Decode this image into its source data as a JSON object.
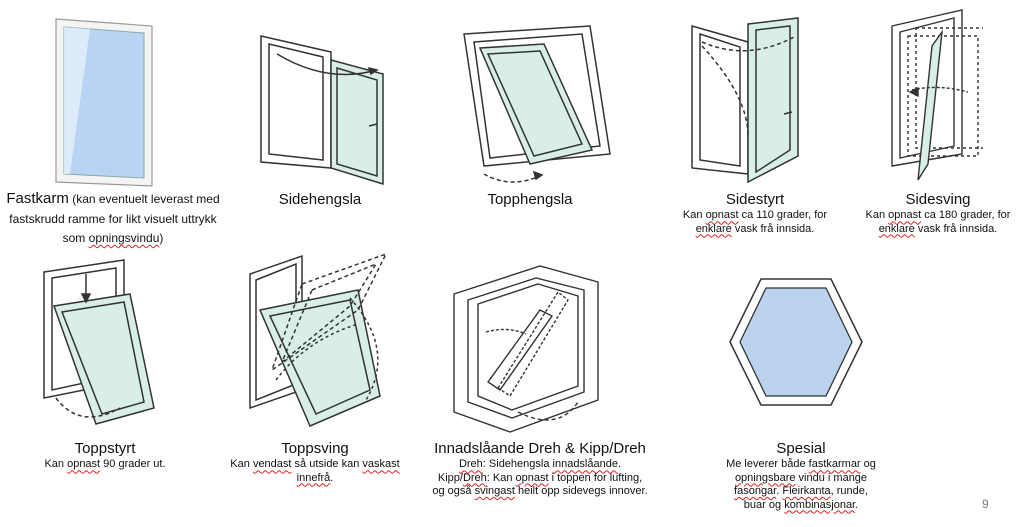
{
  "page_number": "9",
  "items": [
    {
      "title": "Fastkarm",
      "title_suffix": " (kan eventuelt leverast med fastskrudd ramme for likt visuelt uttrykk som ",
      "title_suffix_u": "opningsvindu",
      "title_suffix_end": ")"
    },
    {
      "title": "Sidehengsla"
    },
    {
      "title": "Topphengsla"
    },
    {
      "title": "Sidestyrt",
      "d1": "Kan ",
      "d1u": "opnast",
      "d2": " ca 110 grader, for ",
      "d2u": "enklare",
      "d3": " vask frå innsida."
    },
    {
      "title": "Sidesving",
      "d1": "Kan ",
      "d1u": "opnast",
      "d2": " ca 180 grader, for ",
      "d2u": "enklare",
      "d3": " vask frå innsida."
    },
    {
      "title": "Toppstyrt",
      "d1": "Kan ",
      "d1u": "opnast",
      "d2": " 90 grader ut."
    },
    {
      "title": "Toppsving",
      "d1": "Kan ",
      "d1u": "vendast",
      "d2": " så utside kan ",
      "d2u": "vaskast",
      "d3": " ",
      "d3u": "innefrå",
      "d4": "."
    },
    {
      "title": "Innadslåande Dreh & Kipp/Dreh",
      "l1u": "Dreh",
      "l1": ": Sidehengsla ",
      "l1u2": "innadslåande",
      "l1e": ".",
      "l2a": "Kipp/",
      "l2u": "Dreh",
      "l2b": ": Kan ",
      "l2u2": "opnast",
      "l2c": " i toppen for lufting,",
      "l3a": "og også ",
      "l3u": "svingast",
      "l3b": " heilt opp sidevegs innover."
    },
    {
      "title": "Spesial",
      "l1": "Me leverer både ",
      "l1u": "fastkarmar",
      "l1e": " og",
      "l2u": "opningsbare",
      "l2": " vindu i mange",
      "l3u": "fasongar",
      "l3": ". ",
      "l3u2": "Fleirkanta",
      "l3e": ", runde,",
      "l4a": "buar",
      "l4b": " og ",
      "l4u": "kombinasjonar",
      "l4c": "."
    }
  ],
  "colors": {
    "glass": "#d8eee6",
    "glass_blue": "#bcd3ee",
    "frame_stroke": "#333333"
  }
}
